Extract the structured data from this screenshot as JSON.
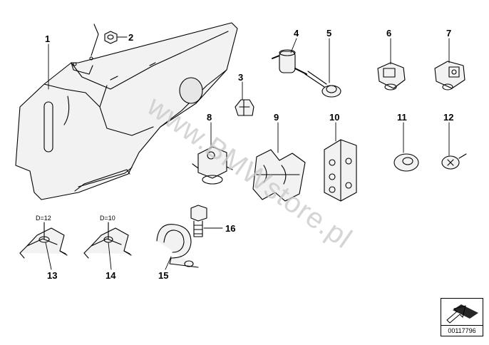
{
  "watermark": "www.BMWstore.pl",
  "reference": "00117796",
  "callouts": [
    "1",
    "2",
    "3",
    "4",
    "5",
    "6",
    "7",
    "8",
    "9",
    "10",
    "11",
    "12",
    "13",
    "14",
    "15",
    "16"
  ],
  "clip_labels": {
    "part13": "D=12",
    "part14": "D=10"
  },
  "colors": {
    "line": "#000000",
    "fill": "#f2f2f2",
    "shade": "#d9d9d9",
    "watermark": "#c8c8c8"
  }
}
